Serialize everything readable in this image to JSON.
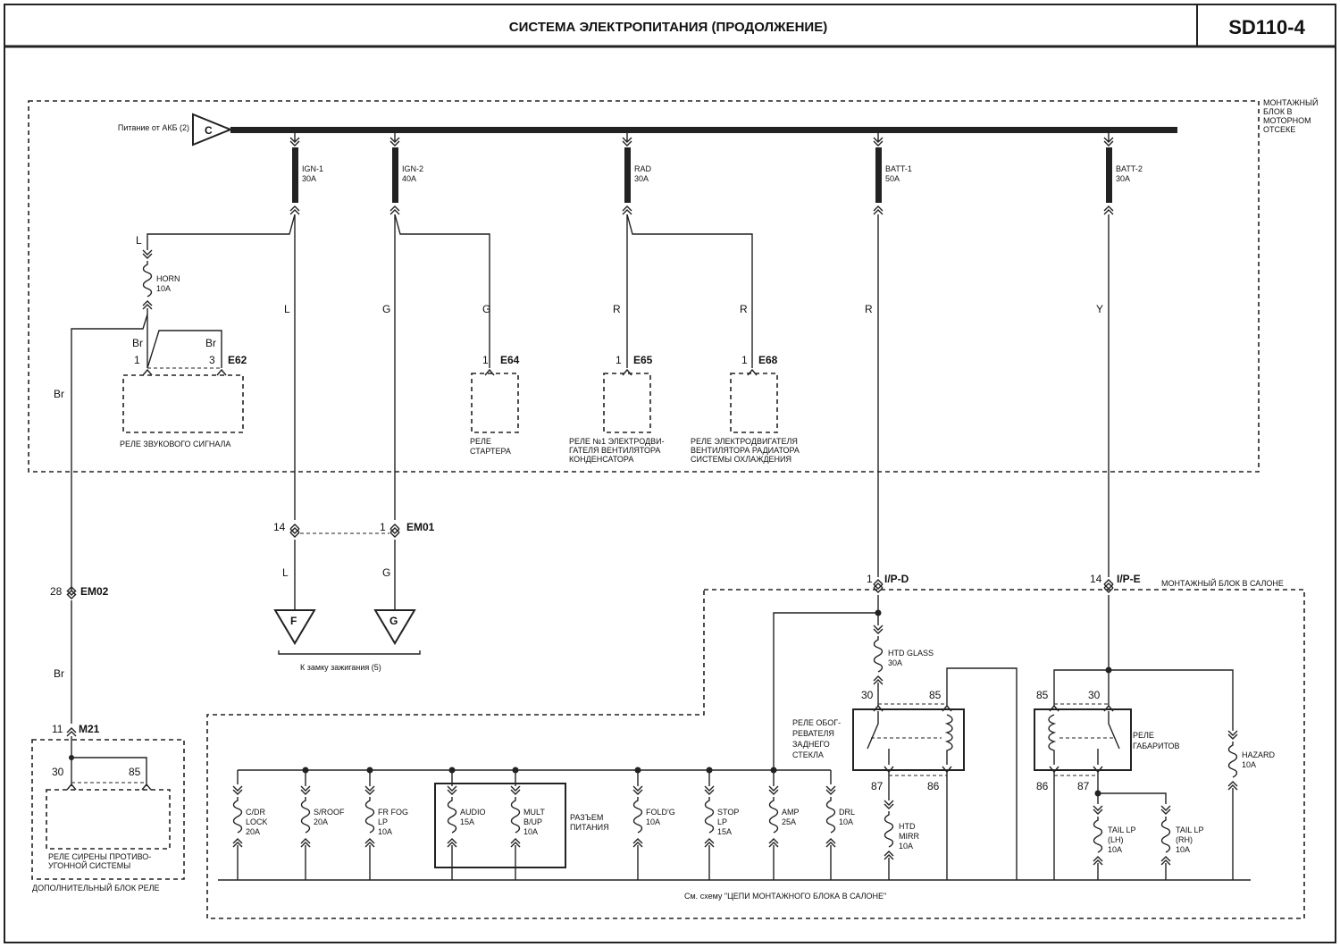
{
  "header": {
    "title": "СИСТЕМА ЭЛЕКТРОПИТАНИЯ (ПРОДОЛЖЕНИЕ)",
    "code": "SD110-4"
  },
  "blocks": {
    "engine": "МОНТАЖНЫЙ БЛОК В МОТОРНОМ ОТСЕКЕ",
    "cabin": "МОНТАЖНЫЙ БЛОК В САЛОНЕ",
    "aux": "ДОПОЛНИТЕЛЬНЫЙ БЛОК РЕЛЕ"
  },
  "source": {
    "label": "Питание от АКБ (2)",
    "connector": "C"
  },
  "bus_fuses": [
    {
      "name": "IGN-1",
      "rating": "30A"
    },
    {
      "name": "IGN-2",
      "rating": "40A"
    },
    {
      "name": "RAD",
      "rating": "30A"
    },
    {
      "name": "BATT-1",
      "rating": "50A"
    },
    {
      "name": "BATT-2",
      "rating": "30A"
    }
  ],
  "horn_fuse": {
    "name": "HORN",
    "rating": "10A"
  },
  "wires": {
    "horn_feed": "L",
    "horn_relay_1": "Br",
    "horn_relay_3": "Br",
    "em02_left": "Br",
    "em02_lower": "Br",
    "ign1": "L",
    "ign2": "G",
    "starter": "G",
    "e65": "R",
    "e68": "R",
    "batt1": "R",
    "batt2": "Y",
    "f_out": "L",
    "g_out": "G"
  },
  "connectors": {
    "e62": "E62",
    "e64": "E64",
    "e65": "E65",
    "e68": "E68",
    "em01": "EM01",
    "em02": "EM02",
    "m21": "M21",
    "ipd": "I/P-D",
    "ipe": "I/P-E"
  },
  "pins": {
    "e62_1": "1",
    "e62_3": "3",
    "e64": "1",
    "e65": "1",
    "e68": "1",
    "em01_l": "14",
    "em01_r": "1",
    "em02": "28",
    "m21": "11",
    "ipd": "1",
    "ipe": "14",
    "m21_30": "30",
    "m21_85": "85",
    "htd_30": "30",
    "htd_85": "85",
    "htd_87": "87",
    "htd_86": "86",
    "tail_85": "85",
    "tail_30": "30",
    "tail_86": "86",
    "tail_87": "87"
  },
  "relays": {
    "horn": "РЕЛЕ ЗВУКОВОГО СИГНАЛА",
    "starter_1": "РЕЛЕ",
    "starter_2": "СТАРТЕРА",
    "e65_1": "РЕЛЕ №1 ЭЛЕКТРОДВИ-",
    "e65_2": "ГАТЕЛЯ ВЕНТИЛЯТОРА",
    "e65_3": "КОНДЕНСАТОРА",
    "e68_1": "РЕЛЕ ЭЛЕКТРОДВИГАТЕЛЯ",
    "e68_2": "ВЕНТИЛЯТОРА РАДИАТОРА",
    "e68_3": "СИСТЕМЫ ОХЛАЖДЕНИЯ",
    "alarm_1": "РЕЛЕ СИРЕНЫ ПРОТИВО-",
    "alarm_2": "УГОННОЙ СИСТЕМЫ",
    "htd_1": "РЕЛЕ ОБОГ-",
    "htd_2": "РЕВАТЕЛЯ",
    "htd_3": "ЗАДНЕГО",
    "htd_4": "СТЕКЛА",
    "tail_1": "РЕЛЕ",
    "tail_2": "ГАБАРИТОВ"
  },
  "ign_switch": {
    "f": "F",
    "g": "G",
    "label": "К замку зажигания (5)"
  },
  "cabin_fuses": [
    {
      "l1": "C/DR",
      "l2": "LOCK",
      "r": "20A"
    },
    {
      "l1": "S/ROOF",
      "l2": "",
      "r": "20A"
    },
    {
      "l1": "FR FOG",
      "l2": "LP",
      "r": "10A"
    },
    {
      "l1": "AUDIO",
      "l2": "",
      "r": "15A"
    },
    {
      "l1": "MULT",
      "l2": "B/UP",
      "r": "10A"
    },
    {
      "l1": "FOLD'G",
      "l2": "",
      "r": "10A"
    },
    {
      "l1": "STOP",
      "l2": "LP",
      "r": "15A"
    },
    {
      "l1": "AMP",
      "l2": "",
      "r": "25A"
    },
    {
      "l1": "DRL",
      "l2": "",
      "r": "10A"
    }
  ],
  "power_connector_1": "РАЗЪЕМ",
  "power_connector_2": "ПИТАНИЯ",
  "htd_glass": {
    "name": "HTD GLASS",
    "rating": "30A"
  },
  "htd_mirr": {
    "l1": "HTD",
    "l2": "MIRR",
    "r": "10A"
  },
  "hazard": {
    "name": "HAZARD",
    "rating": "10A"
  },
  "tail_lh": {
    "l1": "TAIL LP",
    "l2": "(LH)",
    "r": "10A"
  },
  "tail_rh": {
    "l1": "TAIL LP",
    "l2": "(RH)",
    "r": "10A"
  },
  "footer_note": "См. схему \"ЦЕПИ МОНТАЖНОГО БЛОКА В САЛОНЕ\""
}
